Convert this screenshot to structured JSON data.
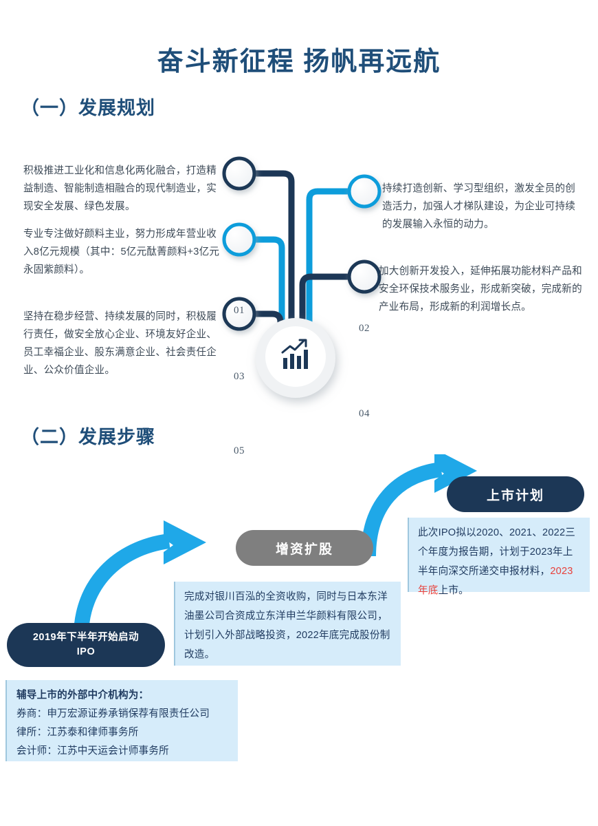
{
  "title": "奋斗新征程 扬帆再远航",
  "sections": {
    "one": {
      "heading": "（一）发展规划",
      "hub_icon": "growth-bar-chart-icon",
      "nodes": [
        {
          "number": "01",
          "color": "#1c3756",
          "text": "积极推进工业化和信息化两化融合，打造精益制造、智能制造相融合的现代制造业，实现安全发展、绿色发展。"
        },
        {
          "number": "02",
          "color": "#0d9ddb",
          "text": "持续打造创新、学习型组织，激发全员的创造活力，加强人才梯队建设，为企业可持续的发展输入永恒的动力。"
        },
        {
          "number": "03",
          "color": "#0d9ddb",
          "text": "专业专注做好颜料主业，努力形成年营业收入8亿元规模（其中：5亿元酞菁颜料+3亿元永固紫颜料）。"
        },
        {
          "number": "04",
          "color": "#1c3756",
          "text": "加大创新开发投入，延伸拓展功能材料产品和安全环保技术服务业，形成新突破，完成新的产业布局，形成新的利润增长点。"
        },
        {
          "number": "05",
          "color": "#1c3756",
          "text": "坚持在稳步经营、持续发展的同时，积极履行责任，做安全放心企业、环境友好企业、员工幸福企业、股东满意企业、社会责任企业、公众价值企业。"
        }
      ]
    },
    "two": {
      "heading": "（二）发展步骤",
      "steps": [
        {
          "label": "2019年下半年开始启动\nIPO",
          "color": "#1c3756"
        },
        {
          "label": "增资扩股",
          "color": "#7f7f7f"
        },
        {
          "label": "上市计划",
          "color": "#1c3756"
        }
      ],
      "step_one_label_line1": "2019年下半年开始启动",
      "step_one_label_line2": "IPO",
      "step_two_label": "增资扩股",
      "step_three_label": "上市计划",
      "capital_box_text": "完成对银川百泓的全资收购，同时与日本东洋油墨公司合资成立东洋申兰华颜料有限公司，计划引入外部战略投资，2022年底完成股份制改造。",
      "listing_box": {
        "part1": "此次IPO拟以2020、2021、2022三个年度为报告期，计划于2023年上半年向深交所递交申报材料，",
        "highlight": "2023年底",
        "part2": "上市。",
        "highlight_color": "#e8403a"
      },
      "agencies": {
        "title": "辅导上市的外部中介机构为：",
        "broker": "券商：申万宏源证券承销保荐有限责任公司",
        "law_firm": "律所：江苏泰和律师事务所",
        "accountant": "会计师：江苏中天运会计师事务所"
      },
      "arrow_color": "#1fa8e8"
    }
  }
}
